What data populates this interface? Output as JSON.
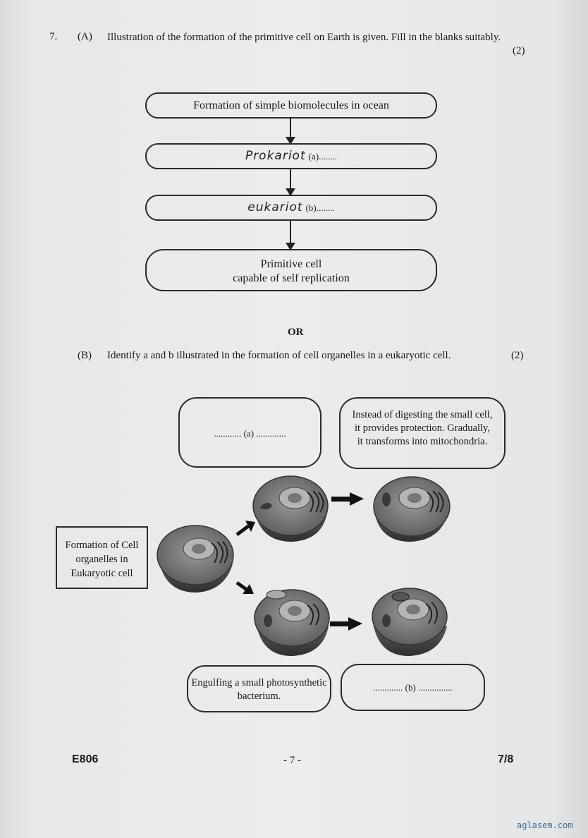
{
  "question": {
    "number": "7.",
    "part_a_label": "(A)",
    "part_a_text": "Illustration of the formation of the primitive cell on Earth is given. Fill in the blanks suitably.",
    "part_a_marks": "(2)",
    "or_label": "OR",
    "part_b_label": "(B)",
    "part_b_text": "Identify a and b illustrated in the formation of cell organelles in a eukaryotic cell.",
    "part_b_marks": "(2)"
  },
  "flowchart": {
    "step1": "Formation of simple biomolecules in ocean",
    "step2_handwritten": "Prokariot",
    "step2_blank": "(a)........",
    "step3_handwritten": "eukariot",
    "step3_blank": "(b)........",
    "step4_line1": "Primitive cell",
    "step4_line2": "capable of self replication"
  },
  "organelle_diagram": {
    "label_box": "Formation of Cell organelles in Eukaryotic cell",
    "box_a": "............ (a) .............",
    "box_mito": "Instead of digesting the small cell, it provides protection. Gradually, it transforms into mitochondria.",
    "box_engulf": "Engulfing a small photosynthetic bacterium.",
    "box_b": "............. (b) ..............."
  },
  "footer": {
    "code": "E806",
    "page": "- 7 -",
    "page_of": "7/8"
  },
  "watermark": "aglasem.com"
}
